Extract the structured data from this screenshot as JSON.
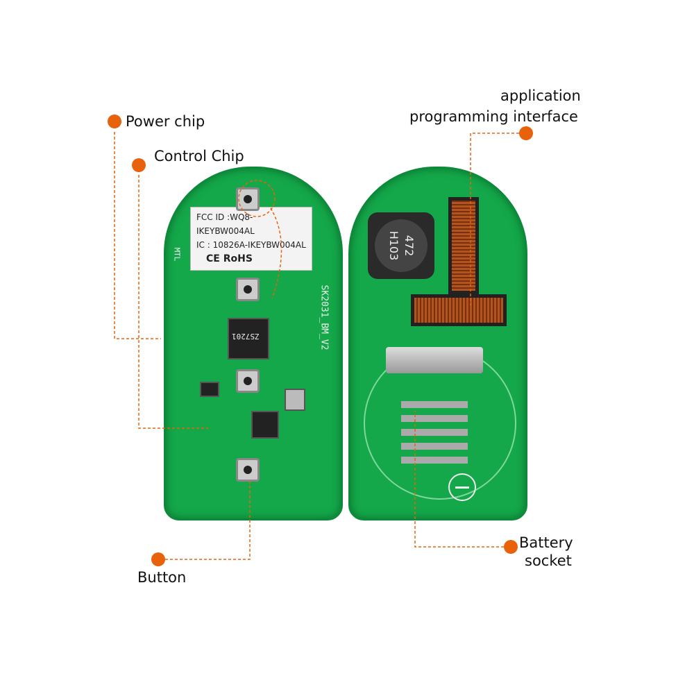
{
  "labels": {
    "power_chip": "Power chip",
    "control_chip": "Control Chip",
    "button": "Button",
    "api_line1": "application",
    "api_line2": "programming interface",
    "battery_line1": "Battery",
    "battery_line2": "socket"
  },
  "sticker": {
    "fcc": "FCC ID :WQ8-IKEYBW004AL",
    "ic": "IC :  10826A-IKEYBW004AL",
    "marks": "CE  RoHS"
  },
  "silkscreen": {
    "board_id": "SK2031_BM_V2",
    "mtl": "MTL",
    "inductor_top": "472",
    "inductor_bottom": "H103",
    "chip_code": "ZS7201"
  },
  "colors": {
    "accent": "#e8620c",
    "pcb": "#14a84a"
  }
}
